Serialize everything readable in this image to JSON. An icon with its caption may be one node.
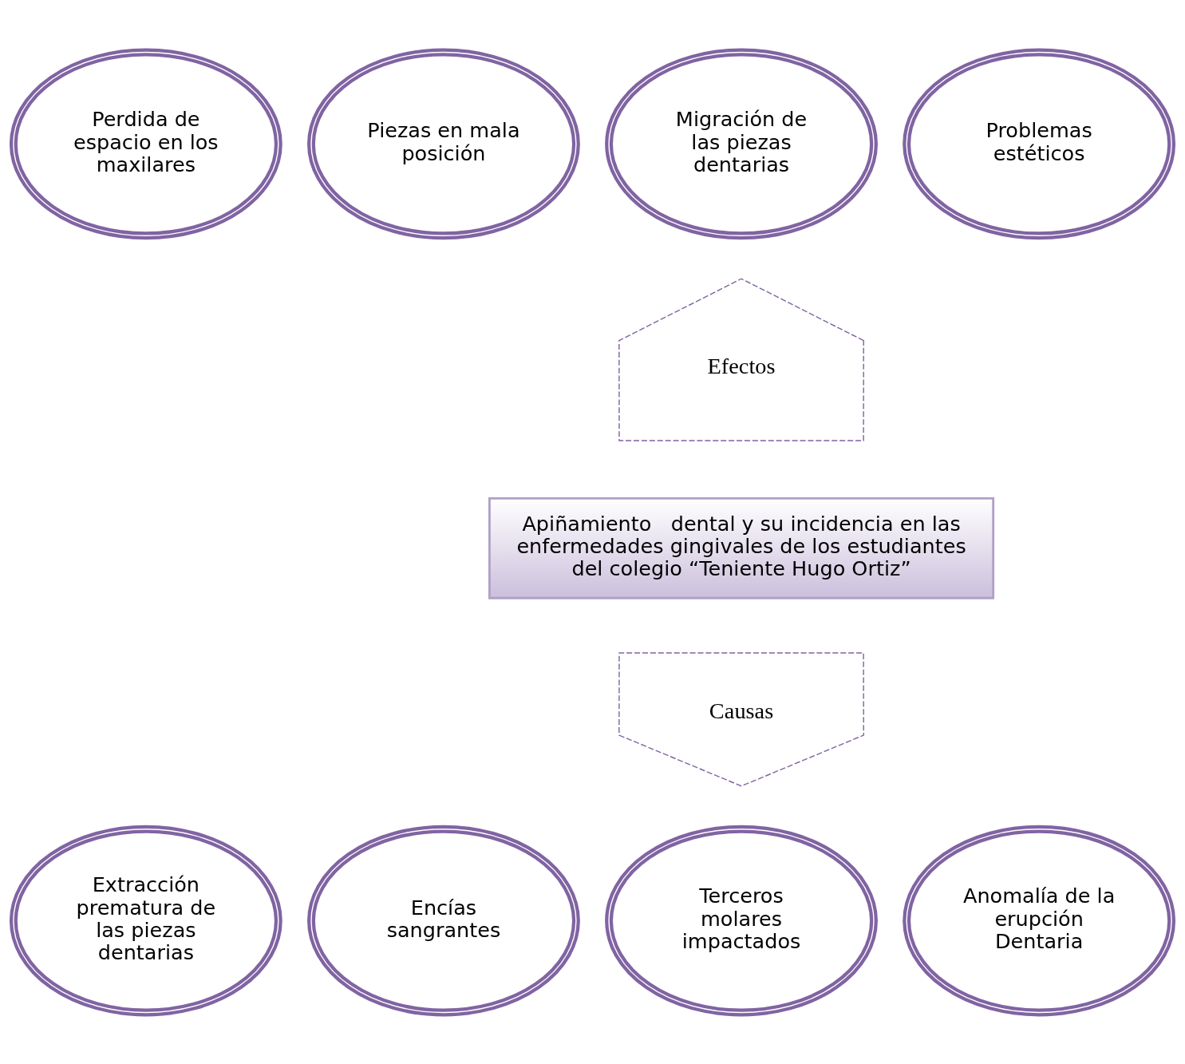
{
  "diagram": {
    "nodes": [
      {
        "text": [
          "Perdida de espacio en los maxilares"
        ]
      },
      {
        "text": [
          "Piezas en mala posición"
        ]
      },
      {
        "text": [
          "Migración de las piezas dentarias"
        ]
      },
      {
        "text": [
          "Problemas estéticos"
        ]
      },
      {
        "text": [
          "Efectos"
        ]
      },
      {
        "text": [
          "Apiñamiento   dental y su incidencia en las enfermedades gingivales de los estudiantes del colegio “Teniente Hugo Ortiz”"
        ]
      },
      {
        "text": [
          "Causas"
        ]
      },
      {
        "text": [
          "Extracción prematura de las piezas dentarias"
        ]
      },
      {
        "text": [
          "Encías sangrantes"
        ]
      },
      {
        "text": [
          "Terceros molares impactados"
        ]
      },
      {
        "text": [
          "Anomalía de la erupción Dentaria"
        ]
      }
    ]
  }
}
